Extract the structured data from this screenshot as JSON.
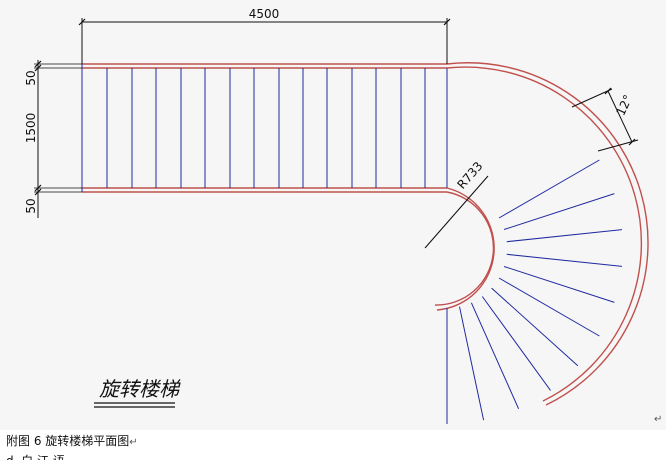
{
  "drawing": {
    "dimensions": {
      "overall_length": "4500",
      "top_margin": "50",
      "flight_width": "1500",
      "bottom_margin": "50",
      "inner_radius": "R733",
      "tread_angle": "12°"
    },
    "title": "旋转楼梯"
  },
  "caption": {
    "text": "附图 6 旋转楼梯平面图",
    "return_mark": "↵"
  },
  "cut_text": "d. 白 江 语",
  "colors": {
    "outline": "#c0504d",
    "stringer": "#ffffff",
    "tread": "#1f2aa0",
    "dimension": "#111111",
    "background": "#f6f6f6"
  }
}
